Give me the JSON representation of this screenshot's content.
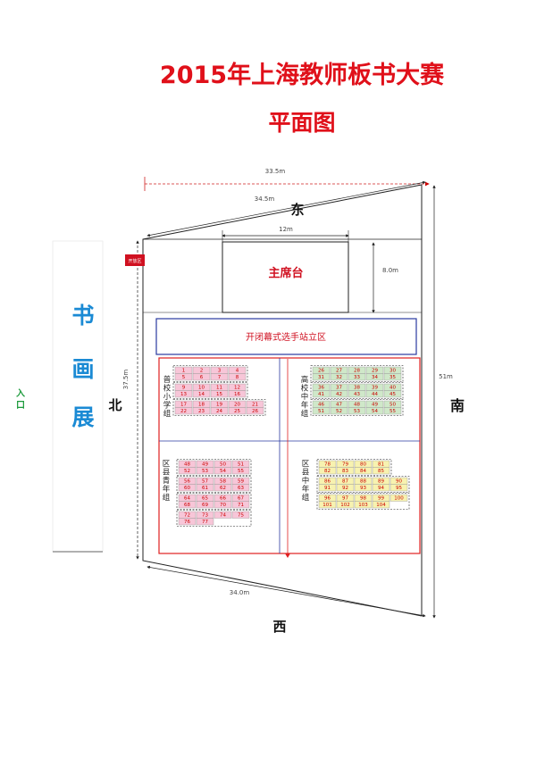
{
  "header": {
    "title": "2015年上海教师板书大赛",
    "subtitle": "平面图"
  },
  "directions": {
    "east": "东",
    "west": "西",
    "south": "南",
    "north": "北"
  },
  "entrance": {
    "label": "入口"
  },
  "exhibit": {
    "chars": [
      "书",
      "画",
      "展"
    ],
    "badge": "开放区"
  },
  "dimensions": {
    "top_width": "33.5m",
    "diagonal_top": "34.5m",
    "stage_width": "12m",
    "stage_depth": "8.0m",
    "left_height": "37.5m",
    "right_height": "51m",
    "bottom_width": "34.0m"
  },
  "stage": {
    "label": "主席台"
  },
  "ceremony_zone": {
    "label": "开闭幕式选手站立区"
  },
  "colors": {
    "title": "#e0101a",
    "exhibit": "#1a8ad4",
    "entrance": "#1a9a3a",
    "pink": "#f7c6d8",
    "green": "#cfe8c9",
    "yellow": "#f7f2b0",
    "border_red": "#e02020",
    "zone_blue": "#2a3aa0"
  },
  "groups": [
    {
      "name": "普校小学组",
      "color": "pink",
      "rows": [
        [
          "1",
          "2",
          "3",
          "4"
        ],
        [
          "5",
          "6",
          "7",
          "8"
        ],
        [
          "9",
          "10",
          "11",
          "12"
        ],
        [
          "13",
          "14",
          "15",
          "16"
        ],
        [
          "17",
          "18",
          "19",
          "20",
          "21"
        ],
        [
          "22",
          "23",
          "24",
          "25",
          "26"
        ]
      ]
    },
    {
      "name": "高校中年组",
      "color": "green",
      "rows": [
        [
          "26",
          "27",
          "28",
          "29",
          "30"
        ],
        [
          "31",
          "32",
          "33",
          "34",
          "35"
        ],
        [
          "36",
          "37",
          "38",
          "39",
          "40"
        ],
        [
          "41",
          "42",
          "43",
          "44",
          "45"
        ],
        [
          "46",
          "47",
          "48",
          "49",
          "50"
        ],
        [
          "51",
          "52",
          "53",
          "54",
          "55"
        ]
      ]
    },
    {
      "name": "区县青年组",
      "color": "pink",
      "rows": [
        [
          "48",
          "49",
          "50",
          "51"
        ],
        [
          "52",
          "53",
          "54",
          "55"
        ],
        [
          "56",
          "57",
          "58",
          "59"
        ],
        [
          "60",
          "61",
          "62",
          "63"
        ],
        [
          "64",
          "65",
          "66",
          "67"
        ],
        [
          "68",
          "69",
          "70",
          "71"
        ],
        [
          "72",
          "73",
          "74",
          "75"
        ],
        [
          "76",
          "77"
        ]
      ]
    },
    {
      "name": "区县中年组",
      "color": "yellow",
      "rows": [
        [
          "78",
          "79",
          "80",
          "81"
        ],
        [
          "82",
          "83",
          "84",
          "85"
        ],
        [
          "86",
          "87",
          "88",
          "89",
          "90"
        ],
        [
          "91",
          "92",
          "93",
          "94",
          "95"
        ],
        [
          "96",
          "97",
          "98",
          "99",
          "100"
        ],
        [
          "101",
          "102",
          "103",
          "104"
        ]
      ]
    }
  ]
}
